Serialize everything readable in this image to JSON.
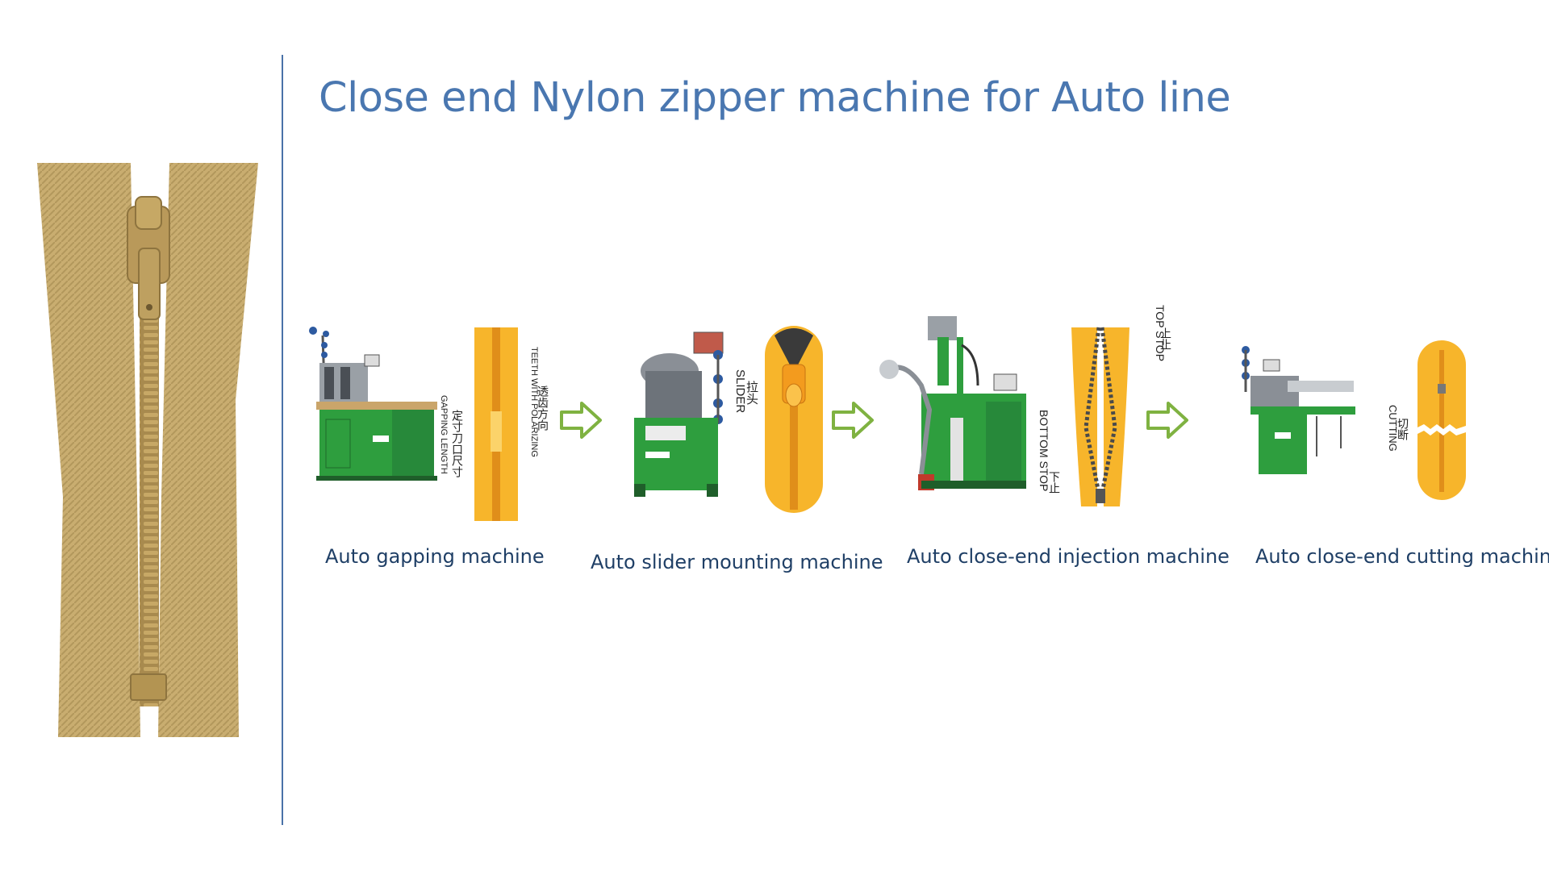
{
  "title": "Close end Nylon zipper machine for Auto line",
  "colors": {
    "title": "#4a77b0",
    "divider": "#4a72a8",
    "caption": "#1f3f66",
    "machine_green": "#2e9e3e",
    "zipper_tan": "#c4a96a",
    "zipper_yellow": "#f7b52b",
    "arrow_green": "#7fb241"
  },
  "process": [
    {
      "caption": "Auto gapping machine",
      "labels": {
        "teeth": "TEETH WITH POLARIZING",
        "teeth_cn": "透齿方向",
        "gap": "GAPPING LENGTH",
        "gap_cn": "定寸刀口尺寸"
      }
    },
    {
      "caption": "Auto slider mounting machine",
      "labels": {
        "slider": "SLIDER",
        "slider_cn": "拉头"
      }
    },
    {
      "caption": "Auto close-end injection machine",
      "labels": {
        "top_stop": "TOP STOP",
        "top_stop_cn": "上止",
        "bottom_stop": "BOTTOM STOP",
        "bottom_stop_cn": "下止"
      }
    },
    {
      "caption": "Auto close-end cutting machine",
      "labels": {
        "cutting": "CUTTING",
        "cutting_cn": "切断"
      }
    }
  ],
  "icons": [
    "zipper-photo",
    "machine-icon",
    "arrow-right-icon"
  ]
}
